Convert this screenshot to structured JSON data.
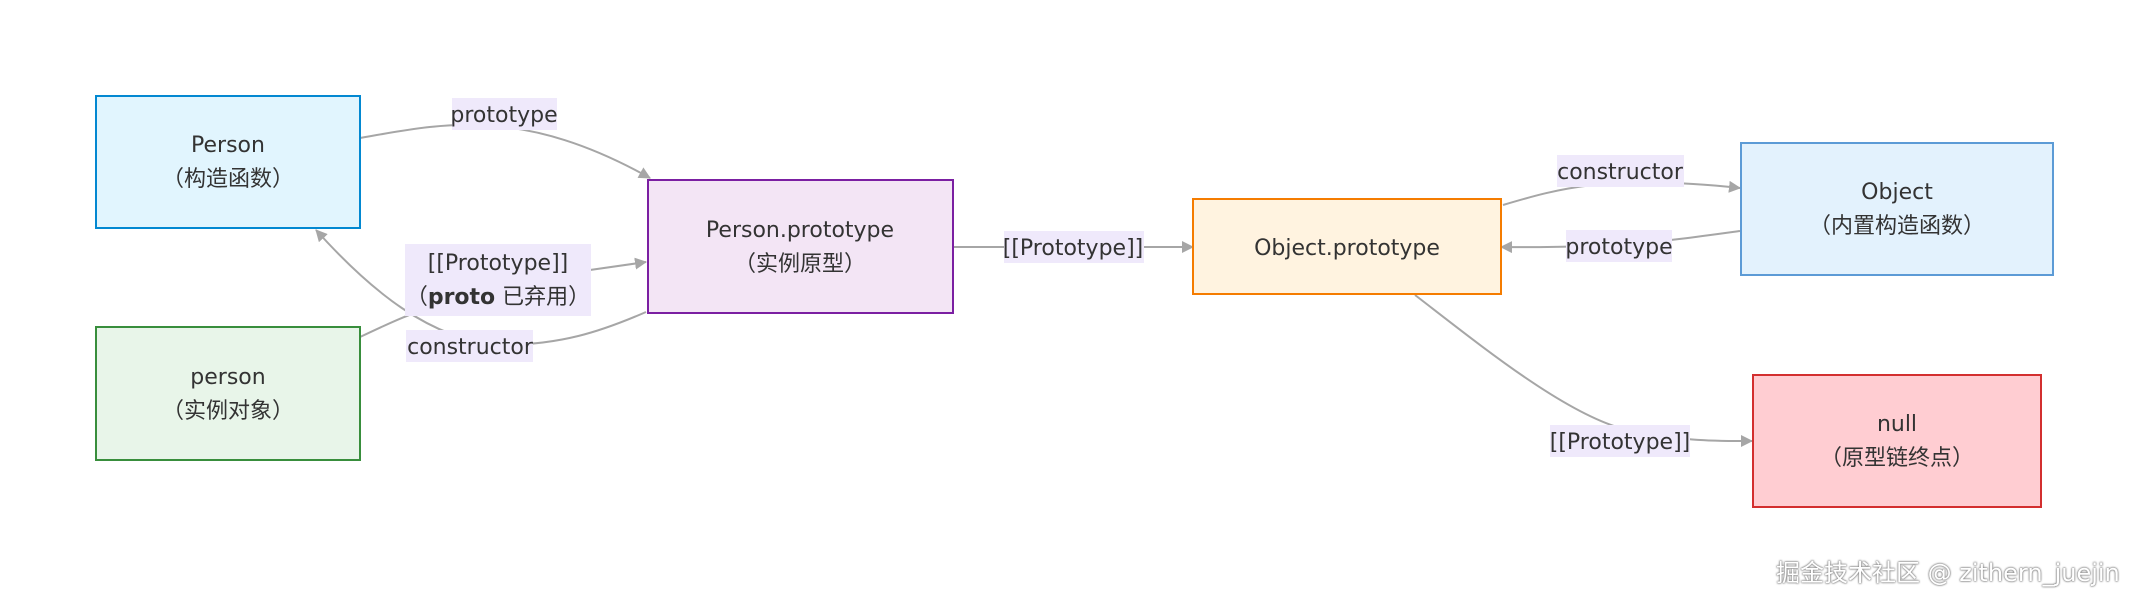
{
  "nodes": {
    "person_ctor": {
      "line1": "Person",
      "line2": "（构造函数）",
      "fill": "#e1f5fe",
      "stroke": "#0288d1"
    },
    "person_proto": {
      "line1": "Person.prototype",
      "line2": "（实例原型）",
      "fill": "#f3e5f5",
      "stroke": "#7b1fa2"
    },
    "person_instance": {
      "line1": "person",
      "line2": "（实例对象）",
      "fill": "#e8f5e9",
      "stroke": "#388e3c"
    },
    "object_proto": {
      "line1": "Object.prototype",
      "fill": "#fff3e0",
      "stroke": "#f57c00"
    },
    "object_ctor": {
      "line1": "Object",
      "line2": "（内置构造函数）",
      "fill": "#e3f2fd",
      "stroke": "#5c9bd6"
    },
    "null_node": {
      "line1": "null",
      "line2": "（原型链终点）",
      "fill": "#ffcdd2",
      "stroke": "#d32f2f"
    }
  },
  "edges": {
    "ctor_to_proto": "prototype",
    "instance_to_proto_line1": "[[Prototype]]",
    "instance_to_proto_line2_paren_open": "（",
    "instance_to_proto_line2_bold": "proto",
    "instance_to_proto_line2_rest": " 已弃用）",
    "proto_to_ctor": "constructor",
    "personproto_to_objectproto": "[[Prototype]]",
    "objectproto_to_objectctor": "constructor",
    "objectctor_to_objectproto": "prototype",
    "objectproto_to_null": "[[Prototype]]"
  },
  "colors": {
    "edge": "#a6a6a6",
    "label_bg": "#efe9fb",
    "text": "#333333"
  },
  "watermark": "掘金技术社区 @ zithern_juejin"
}
